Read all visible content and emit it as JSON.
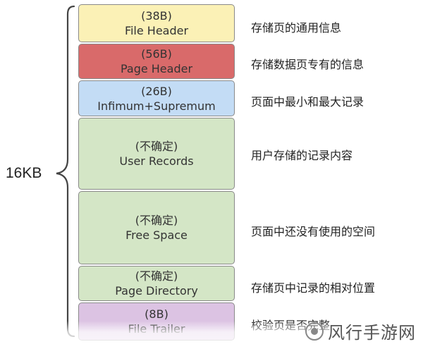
{
  "total_size": "16KB",
  "blocks": [
    {
      "size": "(38B)",
      "name": "File Header",
      "desc": "存储页的通用信息",
      "color": "#fbf1b6"
    },
    {
      "size": "(56B)",
      "name": "Page Header",
      "desc": "存储数据页专有的信息",
      "color": "#d96a6a"
    },
    {
      "size": "(26B)",
      "name": "Infimum+Supremum",
      "desc": "页面中最小和最大记录",
      "color": "#c3dcf5"
    },
    {
      "size": "(不确定)",
      "name": "User Records",
      "desc": "用户存储的记录内容",
      "color": "#d4e6c6"
    },
    {
      "size": "(不确定)",
      "name": "Free Space",
      "desc": "页面中还没有使用的空间",
      "color": "#d4e6c6"
    },
    {
      "size": "(不确定)",
      "name": "Page Directory",
      "desc": "存储页中记录的相对位置",
      "color": "#d4e6c6"
    },
    {
      "size": "(8B)",
      "name": "File Trailer",
      "desc": "校验页是否完整",
      "color": "#dcc3e3"
    }
  ],
  "watermark": "风行手游网"
}
